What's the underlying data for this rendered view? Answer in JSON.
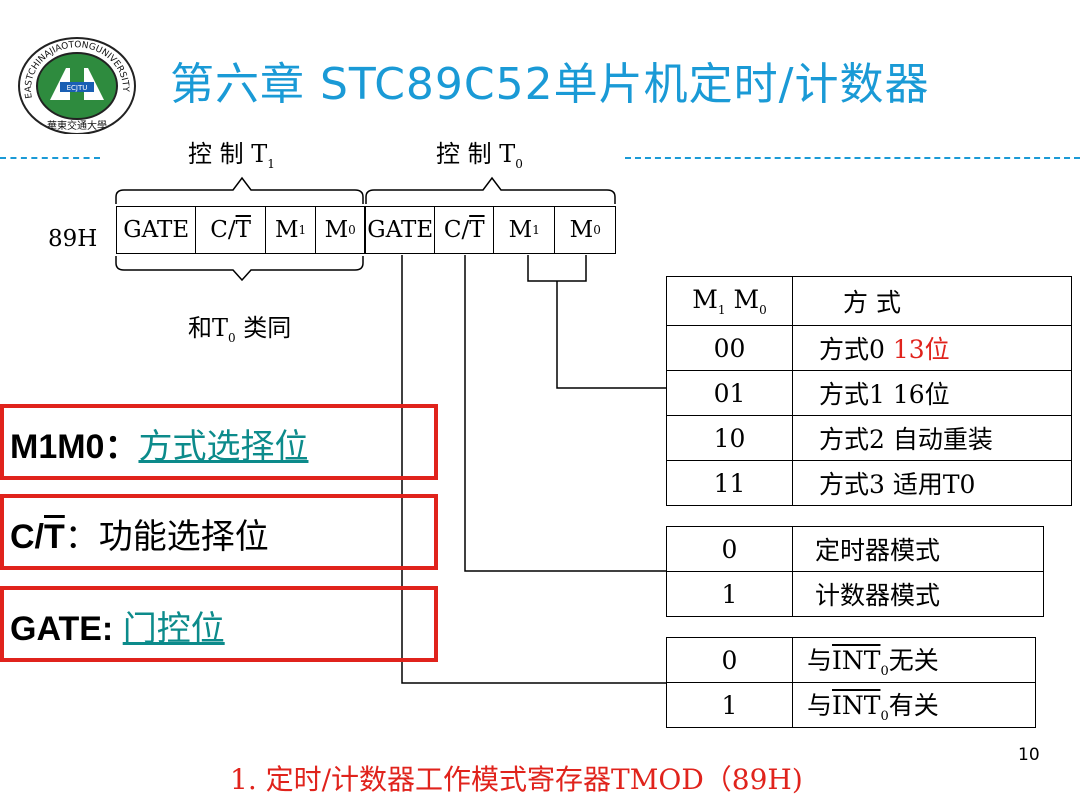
{
  "header": {
    "title": "第六章 STC89C52单片机定时/计数器",
    "logo_ring_text": "EASTCHINAJIAOTONGUNIVERSITY",
    "logo_center_text": "ECJTU",
    "logo_bottom_text": "華東交通大學"
  },
  "register": {
    "address": "89H",
    "control_t1_label": "控 制 T",
    "control_t1_sub": "1",
    "control_t0_label": "控 制 T",
    "control_t0_sub": "0",
    "same_as_t0_prefix": "和T",
    "same_as_t0_sub": "0",
    "same_as_t0_suffix": " 类同",
    "bits_high": {
      "gate": "GATE",
      "ct_c": "C/",
      "ct_t": "T",
      "m1": "M",
      "m1_sub": "1",
      "m0": "M",
      "m0_sub": "0"
    },
    "bits_low": {
      "gate": "GATE",
      "ct_c": "C/",
      "ct_t": "T",
      "m1": "M",
      "m1_sub": "1",
      "m0": "M",
      "m0_sub": "0"
    }
  },
  "mode_table": {
    "header_m1": "M",
    "header_m1_sub": "1",
    "header_m0": " M",
    "header_m0_sub": "0",
    "header_mode": "方 式",
    "rows": [
      {
        "code": "00",
        "desc": "方式0",
        "extra": "13位"
      },
      {
        "code": "01",
        "desc": "方式1 16位",
        "extra": ""
      },
      {
        "code": "10",
        "desc": "方式2 自动重装",
        "extra": ""
      },
      {
        "code": "11",
        "desc": "方式3 适用T0",
        "extra": ""
      }
    ]
  },
  "ct_table": {
    "rows": [
      {
        "code": "0",
        "desc": "定时器模式"
      },
      {
        "code": "1",
        "desc": "计数器模式"
      }
    ]
  },
  "gate_table": {
    "rows": [
      {
        "code": "0",
        "pre": "与",
        "int": "INT",
        "sub": "0",
        "post": "无关"
      },
      {
        "code": "1",
        "pre": "与",
        "int": "INT",
        "sub": "0",
        "post": "有关"
      }
    ]
  },
  "notes": {
    "m1m0_key": "M1M0：",
    "m1m0_val": "方式选择位",
    "ct_key_c": "C/",
    "ct_key_t": "T",
    "ct_key_colon": "：",
    "ct_val": "功能选择位",
    "gate_key": "GATE: ",
    "gate_val": "门控位"
  },
  "footer": {
    "caption": "1. 定时/计数器工作模式寄存器TMOD（89H)",
    "page_number": "10"
  },
  "colors": {
    "title_blue": "#1a9ad6",
    "red": "#e0231c",
    "link_teal": "#0c8b8b"
  }
}
